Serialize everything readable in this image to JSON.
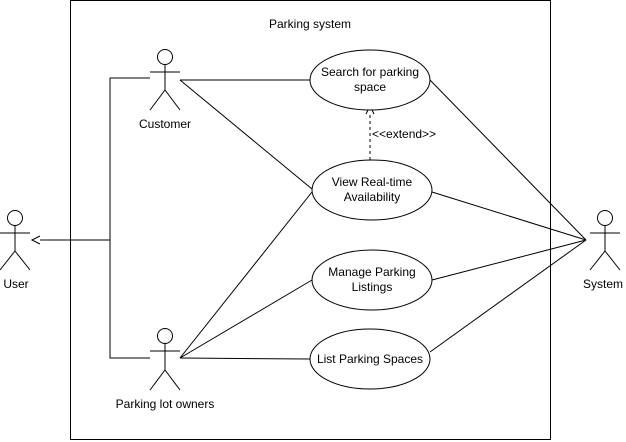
{
  "system": {
    "title": "Parking system"
  },
  "actors": {
    "user": "User",
    "customer": "Customer",
    "owners": "Parking lot owners",
    "system": "System"
  },
  "use_cases": {
    "search": "Search for parking\nspace",
    "view": "View Real-time\nAvailability",
    "manage": "Manage Parking\nListings",
    "list": "List Parking Spaces"
  },
  "relations": {
    "extend": "<<extend>>"
  }
}
